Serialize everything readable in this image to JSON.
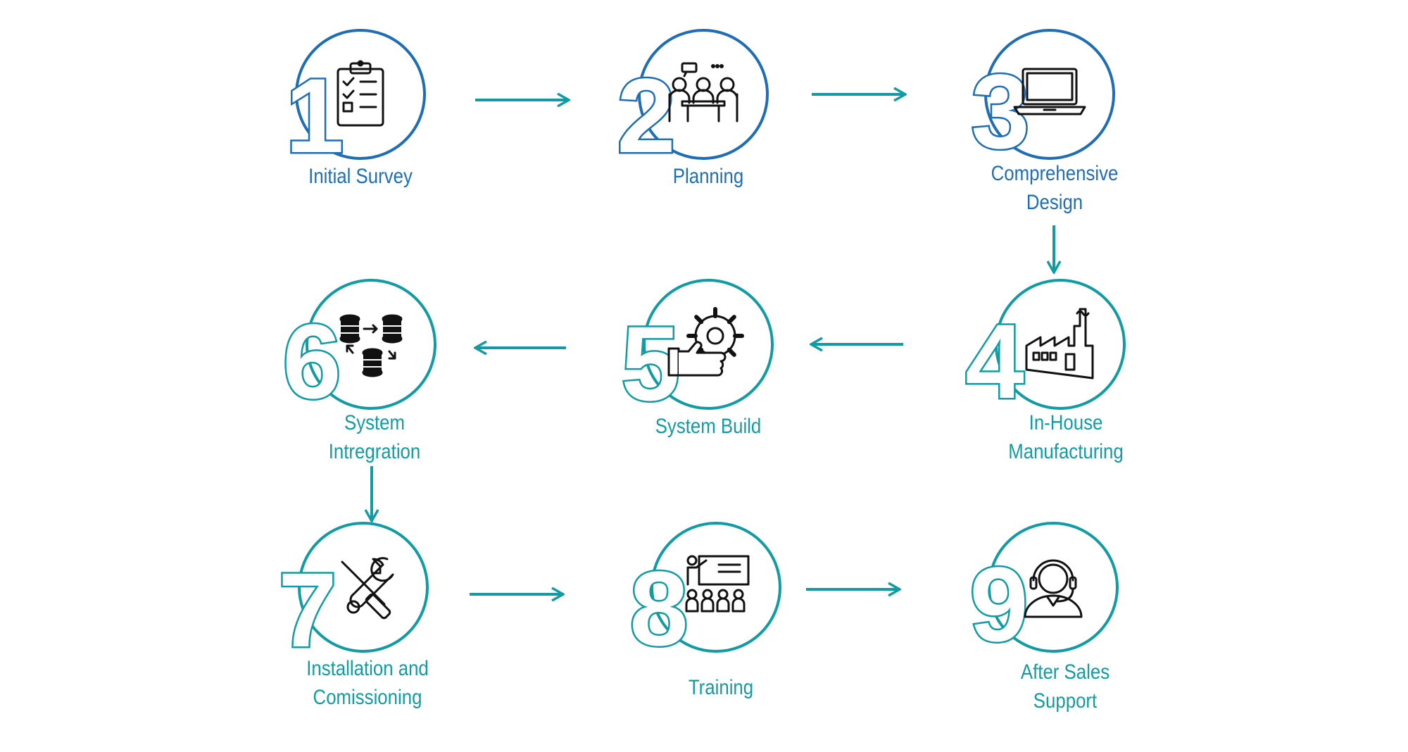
{
  "colors": {
    "blue": "#1f6db3",
    "teal": "#139ba3",
    "icon": "#111111"
  },
  "steps": [
    {
      "number": "1",
      "label_lines": [
        "Initial Survey"
      ],
      "icon": "clipboard-checklist-icon"
    },
    {
      "number": "2",
      "label_lines": [
        "Planning"
      ],
      "icon": "meeting-icon"
    },
    {
      "number": "3",
      "label_lines": [
        "Comprehensive",
        "Design"
      ],
      "icon": "laptop-icon"
    },
    {
      "number": "4",
      "label_lines": [
        "In-House",
        "Manufacturing"
      ],
      "icon": "factory-icon"
    },
    {
      "number": "5",
      "label_lines": [
        "System Build"
      ],
      "icon": "gear-hand-icon"
    },
    {
      "number": "6",
      "label_lines": [
        "System",
        "Intregration"
      ],
      "icon": "database-transfer-icon"
    },
    {
      "number": "7",
      "label_lines": [
        "Installation and",
        "Comissioning"
      ],
      "icon": "tools-icon"
    },
    {
      "number": "8",
      "label_lines": [
        "Training"
      ],
      "icon": "presentation-icon"
    },
    {
      "number": "9",
      "label_lines": [
        "After Sales",
        "Support"
      ],
      "icon": "support-agent-icon"
    }
  ],
  "connections": [
    {
      "from": "1",
      "to": "2"
    },
    {
      "from": "2",
      "to": "3"
    },
    {
      "from": "3",
      "to": "4"
    },
    {
      "from": "4",
      "to": "5"
    },
    {
      "from": "5",
      "to": "6"
    },
    {
      "from": "6",
      "to": "7"
    },
    {
      "from": "7",
      "to": "8"
    },
    {
      "from": "8",
      "to": "9"
    }
  ]
}
